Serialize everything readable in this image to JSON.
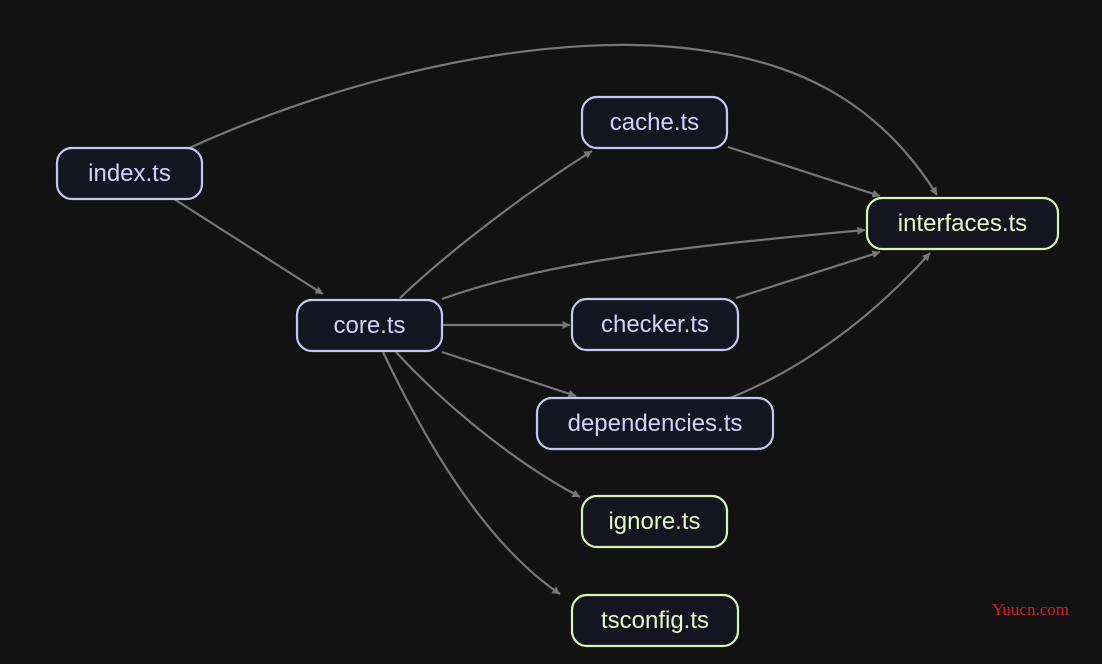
{
  "colors": {
    "background": "#121212",
    "edge": "#777777",
    "source_stroke": "#c6c6f2",
    "source_text": "#d2d2fb",
    "leaf_stroke": "#d7f5b0",
    "leaf_text": "#e3fbc3",
    "node_fill": "#151521",
    "watermark": "#d32020"
  },
  "nodes": [
    {
      "id": "index",
      "label": "index.ts",
      "kind": "source"
    },
    {
      "id": "core",
      "label": "core.ts",
      "kind": "source"
    },
    {
      "id": "cache",
      "label": "cache.ts",
      "kind": "source"
    },
    {
      "id": "checker",
      "label": "checker.ts",
      "kind": "source"
    },
    {
      "id": "dependencies",
      "label": "dependencies.ts",
      "kind": "source"
    },
    {
      "id": "interfaces",
      "label": "interfaces.ts",
      "kind": "leaf"
    },
    {
      "id": "ignore",
      "label": "ignore.ts",
      "kind": "leaf"
    },
    {
      "id": "tsconfig",
      "label": "tsconfig.ts",
      "kind": "leaf"
    }
  ],
  "edges": [
    {
      "from": "index",
      "to": "interfaces"
    },
    {
      "from": "index",
      "to": "core"
    },
    {
      "from": "core",
      "to": "cache"
    },
    {
      "from": "core",
      "to": "interfaces"
    },
    {
      "from": "core",
      "to": "checker"
    },
    {
      "from": "core",
      "to": "dependencies"
    },
    {
      "from": "core",
      "to": "ignore"
    },
    {
      "from": "core",
      "to": "tsconfig"
    },
    {
      "from": "cache",
      "to": "interfaces"
    },
    {
      "from": "checker",
      "to": "interfaces"
    },
    {
      "from": "dependencies",
      "to": "interfaces"
    }
  ],
  "watermark": "Yuucn.com"
}
